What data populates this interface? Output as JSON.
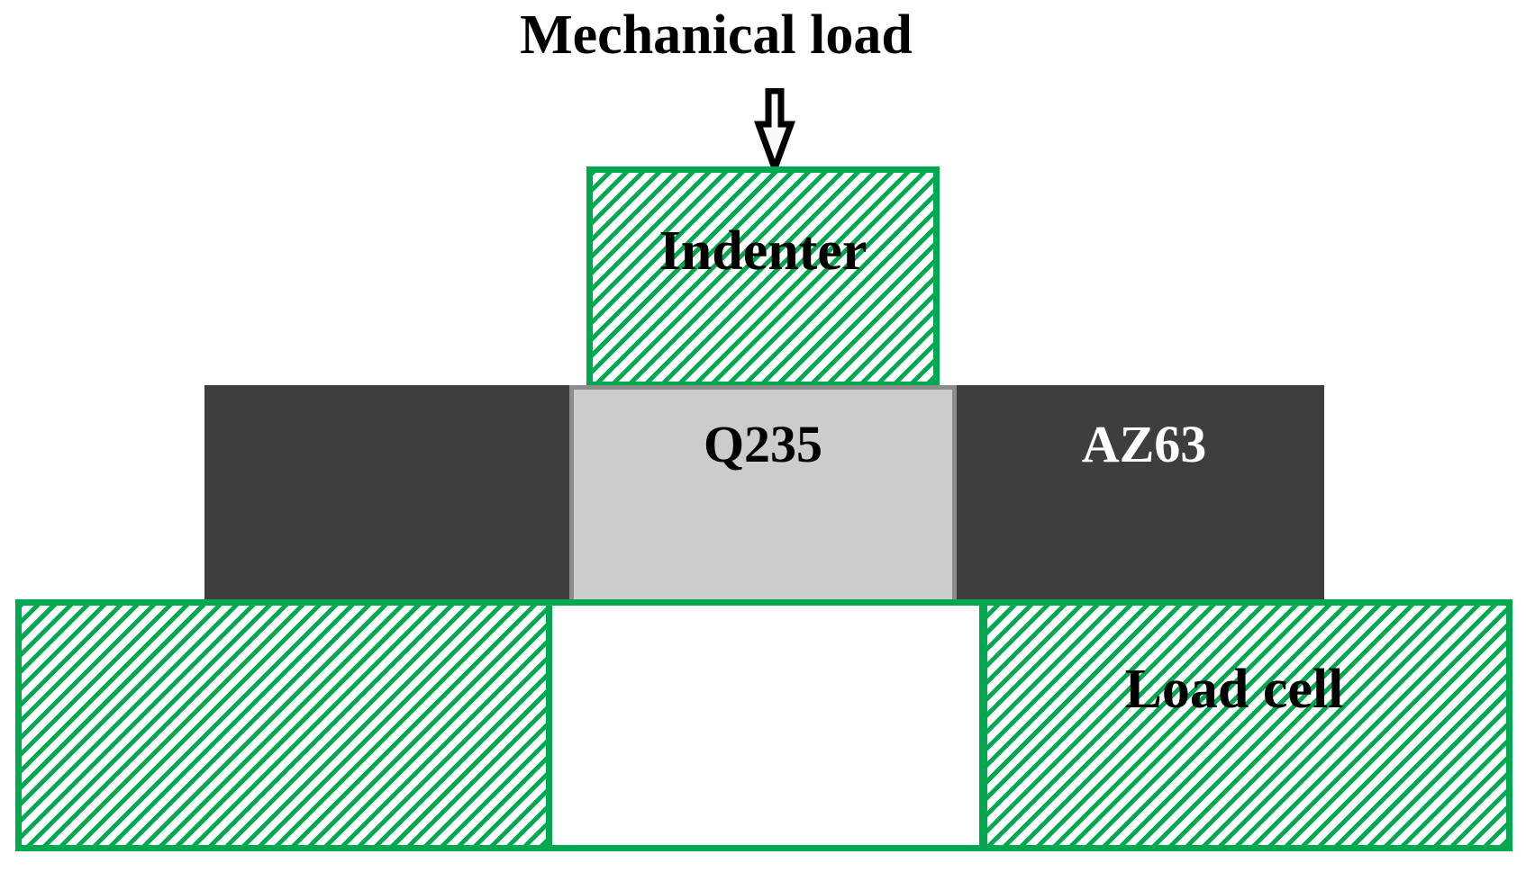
{
  "figure": {
    "type": "schematic-diagram",
    "subject": "Mechanical load indentation test setup",
    "title": "Mechanical load",
    "background_color": "#FFFFFF"
  },
  "colors": {
    "hatch_green": "#00A84F",
    "substrate_dark": "#3E3E3E",
    "specimen_grey": "#CCCCCC",
    "specimen_border": "#8C8C8C",
    "text_black": "#000000",
    "text_white": "#FFFFFF"
  },
  "annotations": {
    "load_arrow": "down-arrow-icon",
    "load_arrow_direction": "down"
  },
  "blocks": {
    "indenter": {
      "label": "Indenter",
      "fill": "green-diagonal-hatch",
      "text_color": "#000000"
    },
    "specimen": {
      "label": "Q235",
      "fill": "#CCCCCC",
      "text_color": "#000000"
    },
    "substrate": {
      "label": "AZ63",
      "fill": "#3E3E3E",
      "text_color": "#FFFFFF"
    },
    "load_cell": {
      "label": "Load cell",
      "fill": "green-diagonal-hatch",
      "text_color": "#000000"
    }
  }
}
